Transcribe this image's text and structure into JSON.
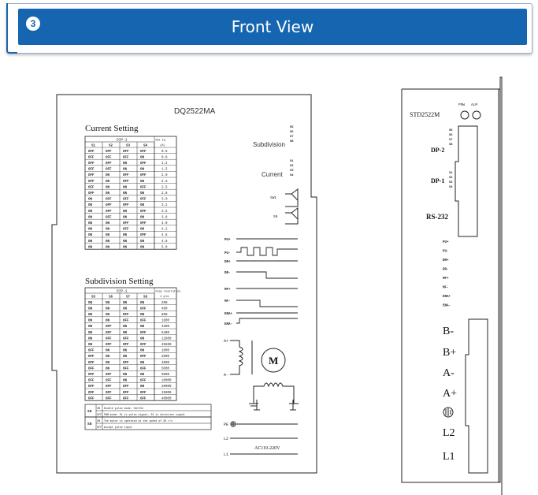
{
  "banner": {
    "number": "3",
    "title": "Front View"
  },
  "left_panel": {
    "model": "DQ2522MA",
    "current_title": "Current Setting",
    "current_group": "DIP-1",
    "current_cols": [
      "S1",
      "S2",
      "S3",
      "S4"
    ],
    "current_unit_top": "Ims Ip",
    "current_unit_bottom": "(A)",
    "current_rows": [
      [
        "OFF",
        "OFF",
        "OFF",
        "OFF",
        "0.5"
      ],
      [
        "OFF",
        "OFF",
        "OFF",
        "ON",
        "0.8"
      ],
      [
        "OFF",
        "OFF",
        "ON",
        "OFF",
        "1.2"
      ],
      [
        "OFF",
        "OFF",
        "ON",
        "ON",
        "1.5"
      ],
      [
        "OFF",
        "ON",
        "OFF",
        "OFF",
        "2.0"
      ],
      [
        "OFF",
        "ON",
        "OFF",
        "ON",
        "2.3"
      ],
      [
        "OFF",
        "ON",
        "ON",
        "OFF",
        "2.5"
      ],
      [
        "OFF",
        "ON",
        "ON",
        "ON",
        "2.8"
      ],
      [
        "ON",
        "OFF",
        "OFF",
        "OFF",
        "3.0"
      ],
      [
        "ON",
        "OFF",
        "OFF",
        "ON",
        "3.2"
      ],
      [
        "ON",
        "OFF",
        "ON",
        "OFF",
        "3.5"
      ],
      [
        "ON",
        "OFF",
        "ON",
        "ON",
        "3.8"
      ],
      [
        "ON",
        "ON",
        "OFF",
        "OFF",
        "4.0"
      ],
      [
        "ON",
        "ON",
        "OFF",
        "ON",
        "4.2"
      ],
      [
        "ON",
        "ON",
        "ON",
        "OFF",
        "4.5"
      ],
      [
        "ON",
        "ON",
        "ON",
        "ON",
        "4.8"
      ],
      [
        "ON",
        "ON",
        "ON",
        "ON",
        "5.0"
      ]
    ],
    "subdiv_title": "Subdivision Setting",
    "subdiv_group": "DIP-1",
    "subdiv_cols": [
      "S5",
      "S6",
      "S7",
      "S8"
    ],
    "subdiv_unit_top": "step resolution",
    "subdiv_unit_bottom": "1 pls",
    "subdiv_rows": [
      [
        "ON",
        "ON",
        "ON",
        "ON",
        "200"
      ],
      [
        "ON",
        "ON",
        "ON",
        "OFF",
        "400"
      ],
      [
        "ON",
        "ON",
        "OFF",
        "ON",
        "800"
      ],
      [
        "ON",
        "ON",
        "OFF",
        "OFF",
        "1600"
      ],
      [
        "ON",
        "OFF",
        "ON",
        "ON",
        "3200"
      ],
      [
        "ON",
        "OFF",
        "ON",
        "OFF",
        "6400"
      ],
      [
        "ON",
        "OFF",
        "OFF",
        "ON",
        "12800"
      ],
      [
        "ON",
        "OFF",
        "OFF",
        "OFF",
        "25600"
      ],
      [
        "OFF",
        "ON",
        "ON",
        "ON",
        "1000"
      ],
      [
        "OFF",
        "ON",
        "ON",
        "OFF",
        "2000"
      ],
      [
        "OFF",
        "ON",
        "OFF",
        "ON",
        "4000"
      ],
      [
        "OFF",
        "ON",
        "OFF",
        "OFF",
        "5000"
      ],
      [
        "OFF",
        "OFF",
        "ON",
        "ON",
        "8000"
      ],
      [
        "OFF",
        "OFF",
        "ON",
        "OFF",
        "10000"
      ],
      [
        "OFF",
        "OFF",
        "OFF",
        "ON",
        "20000"
      ],
      [
        "OFF",
        "OFF",
        "OFF",
        "OFF",
        "25000"
      ],
      [
        "OFF",
        "OFF",
        "OFF",
        "OFF",
        "40000"
      ]
    ],
    "notes": [
      {
        "sw": "S9",
        "states": [
          [
            "ON",
            "Double pulse mode: CW/CCW"
          ],
          [
            "OFF",
            "PWM mode: S1 is pulse signal, S2 is direction signal"
          ]
        ]
      },
      {
        "sw": "S8",
        "states": [
          [
            "ON",
            "The motor is operated at the speed of 30 r/s"
          ],
          [
            "OFF",
            "Accept pulse input"
          ]
        ]
      }
    ],
    "label_subdivision": "Subdivision",
    "label_current": "Current",
    "dip_labels_sub": [
      "S5",
      "S6",
      "S7",
      "S8"
    ],
    "dip_labels_cur": [
      "S1",
      "S2",
      "S3",
      "S4"
    ],
    "sw_labels": [
      "SW1",
      "S9"
    ],
    "signal_labels": [
      "PU+",
      "PU-",
      "DR+",
      "DR-",
      "MF+",
      "MF-",
      "ENA+",
      "ENA-"
    ],
    "motor_a_plus": "A+",
    "motor_a_minus": "A-",
    "motor_label": "M",
    "power_labels": [
      "PE",
      "L2",
      "L1"
    ],
    "power_voltage": "AC110-220V"
  },
  "right_panel": {
    "model": "STD2522M",
    "led_labels": [
      "POW",
      "ALM"
    ],
    "dp2_label": "DP-2",
    "dp1_label": "DP-1",
    "dp2_pins": [
      "S5",
      "S6",
      "S7",
      "S8"
    ],
    "dp1_pins": [
      "S1",
      "S2",
      "S3",
      "S4"
    ],
    "rs232_label": "RS-232",
    "signal_labels": [
      "PU+",
      "PU-",
      "DR+",
      "DR-",
      "MF+",
      "MF-",
      "ENA+",
      "ENA-"
    ],
    "power_labels": [
      "B-",
      "B+",
      "A-",
      "A+",
      "L2",
      "L1"
    ]
  }
}
